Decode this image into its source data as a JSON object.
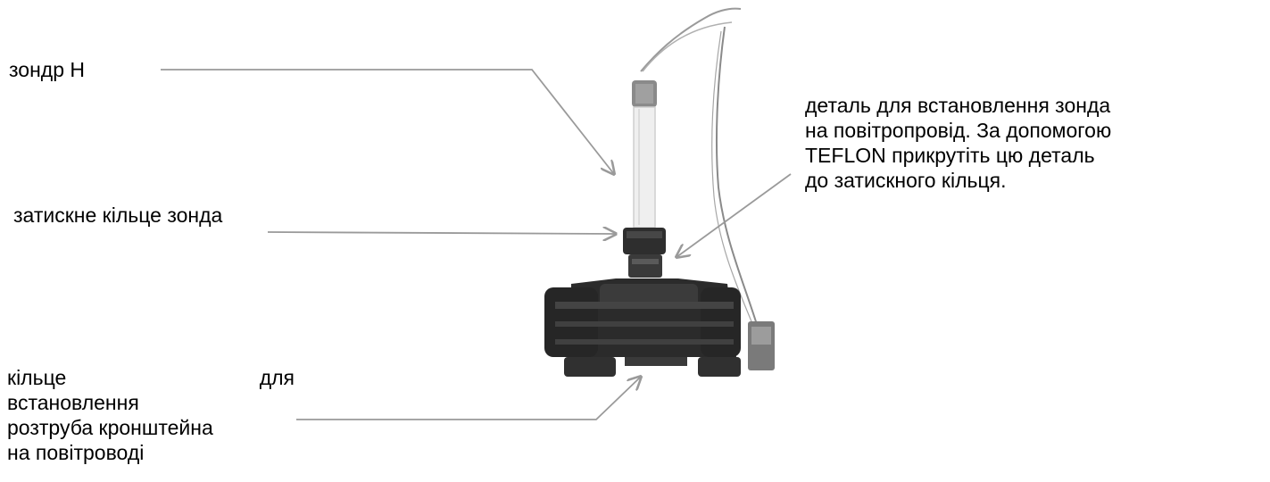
{
  "labels": {
    "probe_h": "зондр Н",
    "clamp_ring": "затискне кільце зонда",
    "mount_part": [
      "деталь для встановлення зонда",
      "на повітропровід. За допомогою",
      "TEFLON прикрутіть цю деталь",
      "до затискного кільця."
    ],
    "socket_ring": {
      "line1_left": "кільце",
      "line1_right": "для",
      "line2": "встановлення",
      "line3": "розтруба кронштейна",
      "line4": "на повітроводі"
    }
  },
  "colors": {
    "leader_line": "#9a9a9a",
    "device_dark": "#2b2b2b",
    "probe_light": "#ededed",
    "cable": "#8a8a8a"
  },
  "icons": {
    "device": "duct-humidity-probe-assembly"
  }
}
